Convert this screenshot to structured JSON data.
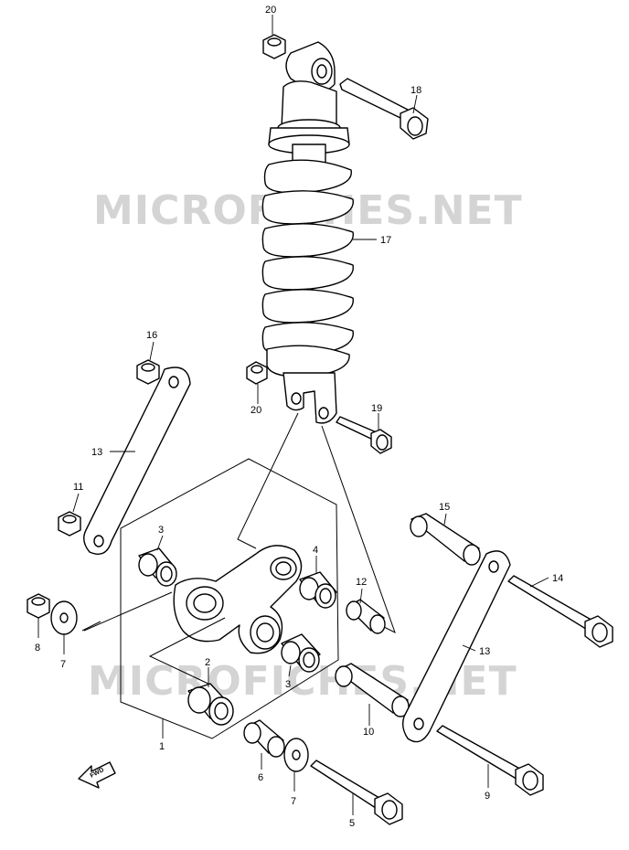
{
  "watermark": {
    "text": "MICROFICHES.NET"
  },
  "fwd_label": "FWD",
  "callouts": {
    "c1": "1",
    "c2": "2",
    "c3a": "3",
    "c3b": "3",
    "c4": "4",
    "c5": "5",
    "c6": "6",
    "c7a": "7",
    "c7b": "7",
    "c8": "8",
    "c9": "9",
    "c10": "10",
    "c11": "11",
    "c12": "12",
    "c13a": "13",
    "c13b": "13",
    "c14": "14",
    "c15": "15",
    "c16": "16",
    "c17": "17",
    "c18": "18",
    "c19": "19",
    "c20a": "20",
    "c20b": "20"
  }
}
